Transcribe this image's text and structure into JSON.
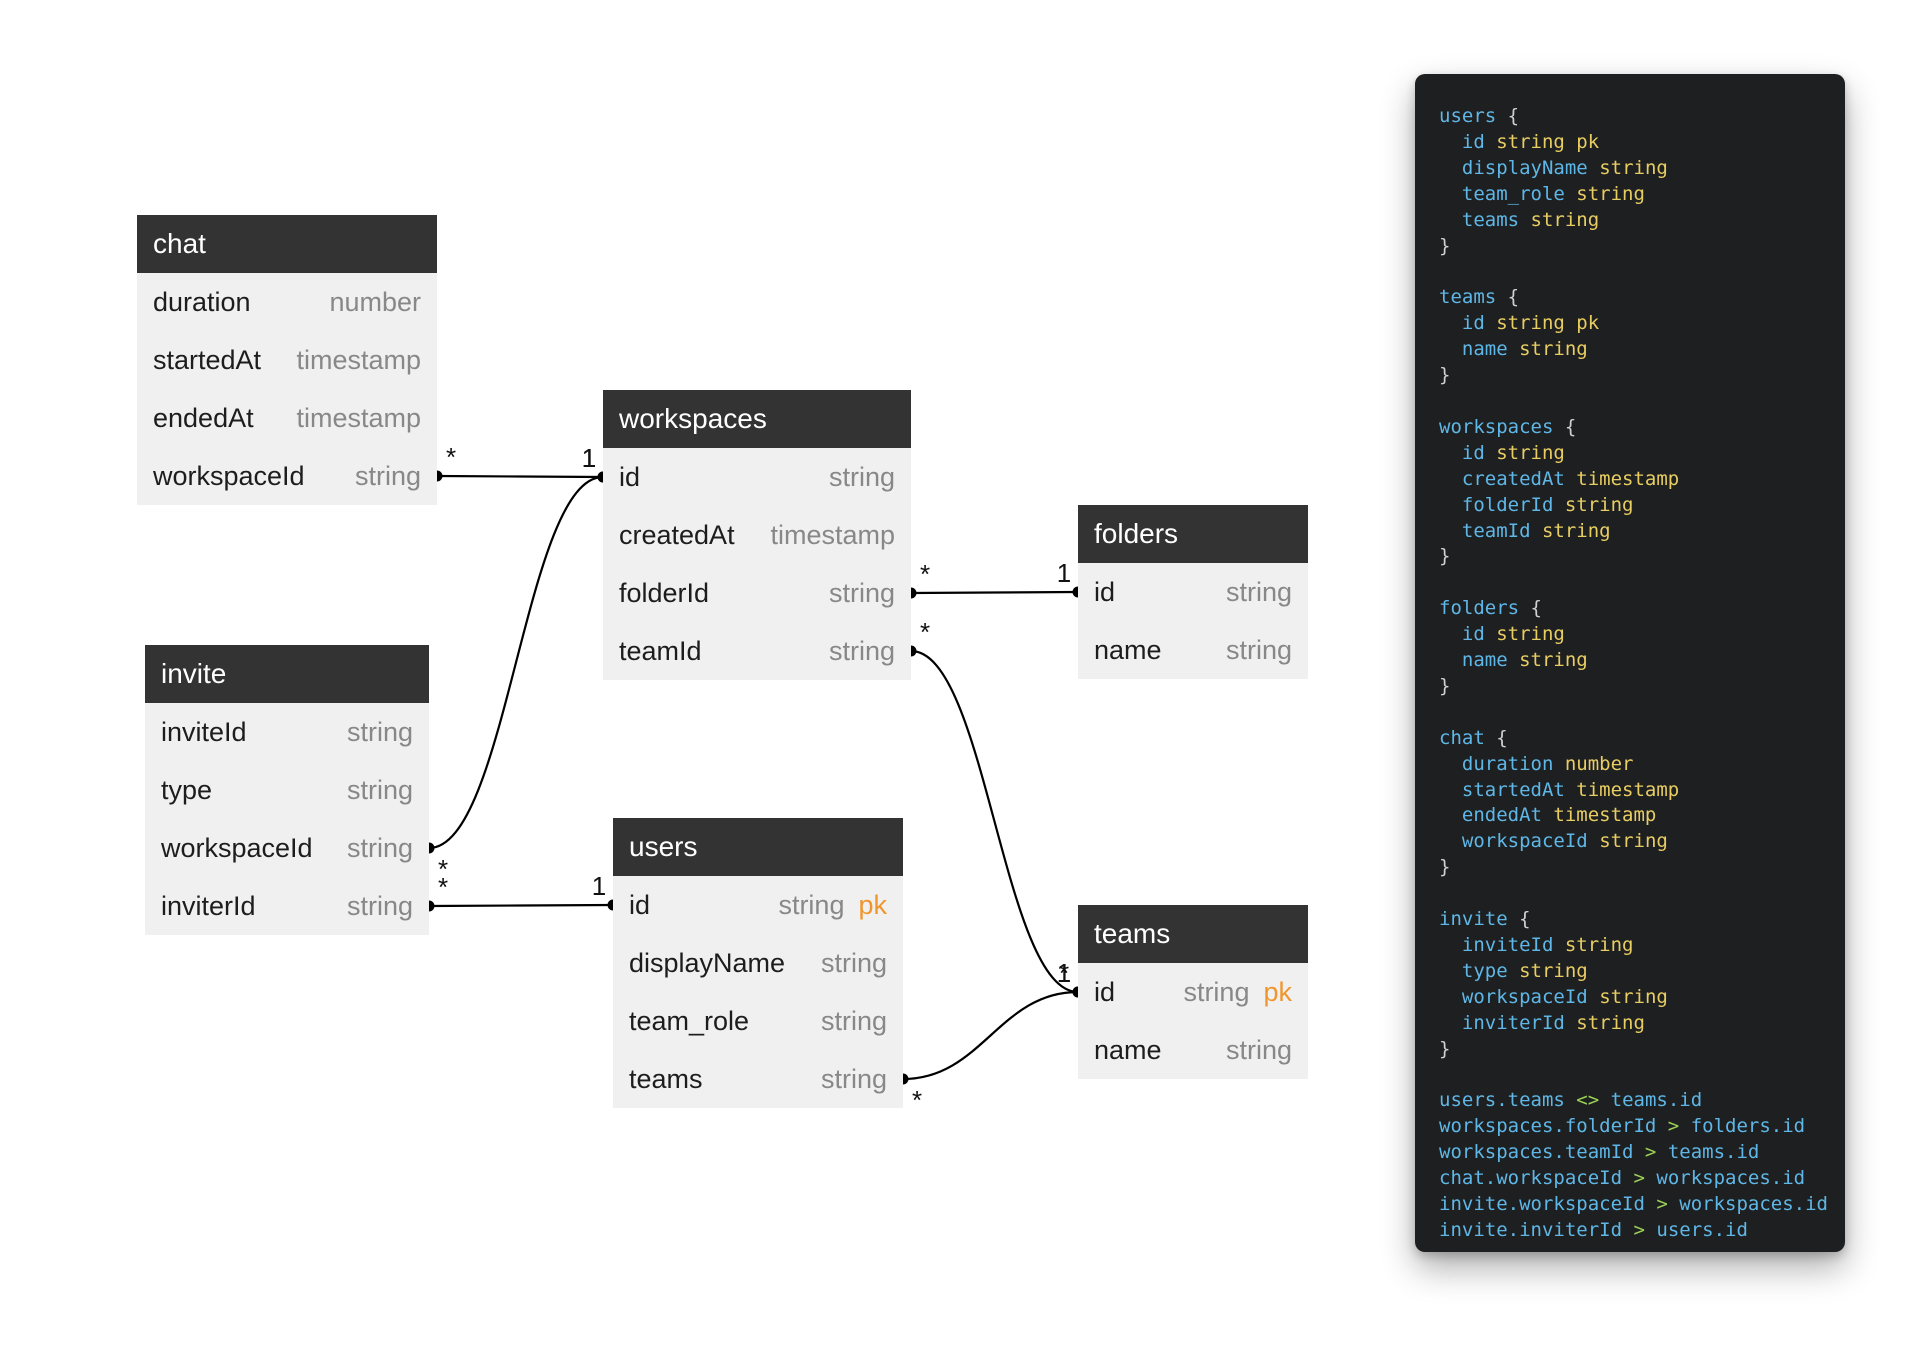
{
  "colors": {
    "header_bg": "#333333",
    "row_bg": "#f0f0f0",
    "pk": "#f0962e",
    "code_bg": "#1e1f21",
    "code_entity": "#5eb7e6",
    "code_type": "#e8cd62",
    "code_operator": "#9bd256"
  },
  "entities": {
    "chat": {
      "title": "chat",
      "fields": [
        {
          "name": "duration",
          "type": "number"
        },
        {
          "name": "startedAt",
          "type": "timestamp"
        },
        {
          "name": "endedAt",
          "type": "timestamp"
        },
        {
          "name": "workspaceId",
          "type": "string"
        }
      ]
    },
    "workspaces": {
      "title": "workspaces",
      "fields": [
        {
          "name": "id",
          "type": "string"
        },
        {
          "name": "createdAt",
          "type": "timestamp"
        },
        {
          "name": "folderId",
          "type": "string"
        },
        {
          "name": "teamId",
          "type": "string"
        }
      ]
    },
    "folders": {
      "title": "folders",
      "fields": [
        {
          "name": "id",
          "type": "string"
        },
        {
          "name": "name",
          "type": "string"
        }
      ]
    },
    "invite": {
      "title": "invite",
      "fields": [
        {
          "name": "inviteId",
          "type": "string"
        },
        {
          "name": "type",
          "type": "string"
        },
        {
          "name": "workspaceId",
          "type": "string"
        },
        {
          "name": "inviterId",
          "type": "string"
        }
      ]
    },
    "users": {
      "title": "users",
      "fields": [
        {
          "name": "id",
          "type": "string",
          "key": "pk"
        },
        {
          "name": "displayName",
          "type": "string"
        },
        {
          "name": "team_role",
          "type": "string"
        },
        {
          "name": "teams",
          "type": "string"
        }
      ]
    },
    "teams": {
      "title": "teams",
      "fields": [
        {
          "name": "id",
          "type": "string",
          "key": "pk"
        },
        {
          "name": "name",
          "type": "string"
        }
      ]
    }
  },
  "relationships": [
    {
      "from": "chat.workspaceId",
      "to": "workspaces.id",
      "from_card": "*",
      "to_card": "1"
    },
    {
      "from": "invite.workspaceId",
      "to": "workspaces.id",
      "from_card": "*",
      "to_card": "1"
    },
    {
      "from": "workspaces.folderId",
      "to": "folders.id",
      "from_card": "*",
      "to_card": "1"
    },
    {
      "from": "workspaces.teamId",
      "to": "teams.id",
      "from_card": "*",
      "to_card": "*"
    },
    {
      "from": "invite.inviterId",
      "to": "users.id",
      "from_card": "*",
      "to_card": "1"
    },
    {
      "from": "users.teams",
      "to": "teams.id",
      "from_card": "*",
      "to_card": "1"
    }
  ],
  "code": {
    "blocks": [
      {
        "name": "users",
        "fields": [
          [
            "id",
            "string pk"
          ],
          [
            "displayName",
            "string"
          ],
          [
            "team_role",
            "string"
          ],
          [
            "teams",
            "string"
          ]
        ]
      },
      {
        "name": "teams",
        "fields": [
          [
            "id",
            "string pk"
          ],
          [
            "name",
            "string"
          ]
        ]
      },
      {
        "name": "workspaces",
        "fields": [
          [
            "id",
            "string"
          ],
          [
            "createdAt",
            "timestamp"
          ],
          [
            "folderId",
            "string"
          ],
          [
            "teamId",
            "string"
          ]
        ]
      },
      {
        "name": "folders",
        "fields": [
          [
            "id",
            "string"
          ],
          [
            "name",
            "string"
          ]
        ]
      },
      {
        "name": "chat",
        "fields": [
          [
            "duration",
            "number"
          ],
          [
            "startedAt",
            "timestamp"
          ],
          [
            "endedAt",
            "timestamp"
          ],
          [
            "workspaceId",
            "string"
          ]
        ]
      },
      {
        "name": "invite",
        "fields": [
          [
            "inviteId",
            "string"
          ],
          [
            "type",
            "string"
          ],
          [
            "workspaceId",
            "string"
          ],
          [
            "inviterId",
            "string"
          ]
        ]
      }
    ],
    "open_brace": "{",
    "close_brace": "}",
    "relations": [
      [
        "users.teams",
        "<>",
        "teams.id"
      ],
      [
        "workspaces.folderId",
        ">",
        "folders.id"
      ],
      [
        "workspaces.teamId",
        ">",
        "teams.id"
      ],
      [
        "chat.workspaceId",
        ">",
        "workspaces.id"
      ],
      [
        "invite.workspaceId",
        ">",
        "workspaces.id"
      ],
      [
        "invite.inviterId",
        ">",
        "users.id"
      ]
    ]
  }
}
